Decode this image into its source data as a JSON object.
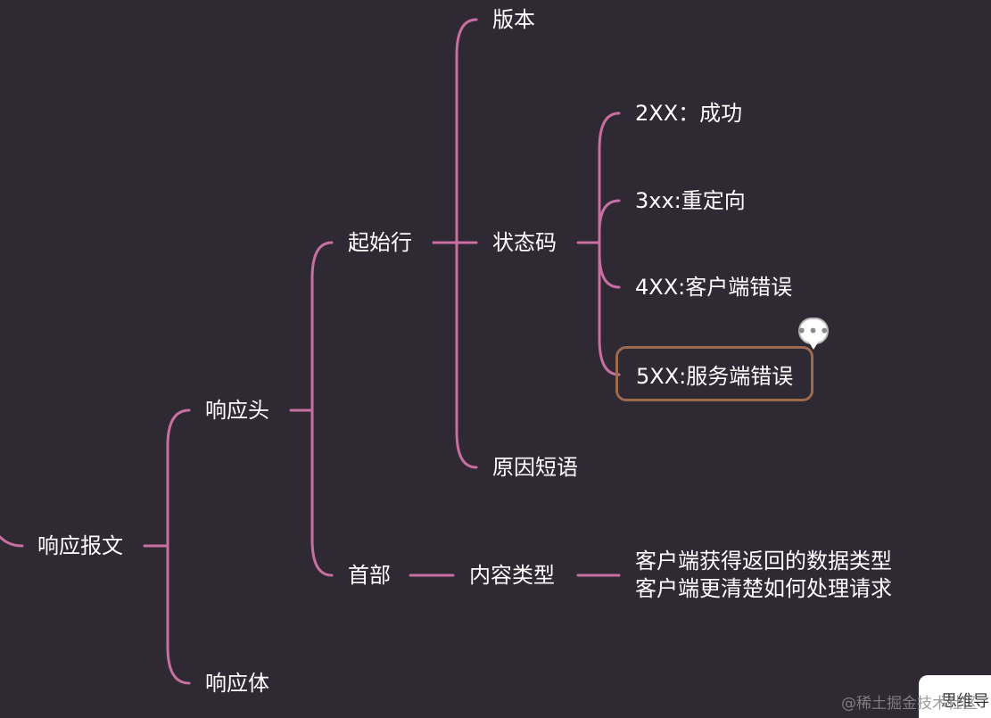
{
  "colors": {
    "background": "#2f2933",
    "connector": "#c76fa0",
    "selected_border": "#9c6a4e",
    "text": "#ffffff"
  },
  "mindmap": {
    "root": "响应报文",
    "response_header": "响应头",
    "response_body": "响应体",
    "start_line": "起始行",
    "headers": "首部",
    "version": "版本",
    "status_code": "状态码",
    "reason_phrase": "原因短语",
    "status_2xx": "2XX：成功",
    "status_3xx": "3xx:重定向",
    "status_4xx": "4XX:客户端错误",
    "status_5xx": "5XX:服务端错误",
    "content_type": "内容类型",
    "content_type_desc": [
      "客户端获得返回的数据类型",
      "客户端更清楚如何处理请求"
    ]
  },
  "comment_badge": {
    "icon": "comment-icon",
    "glyph": "•••"
  },
  "footer": {
    "mindmap_label": "思维导",
    "watermark": "@稀土掘金技术社区"
  }
}
